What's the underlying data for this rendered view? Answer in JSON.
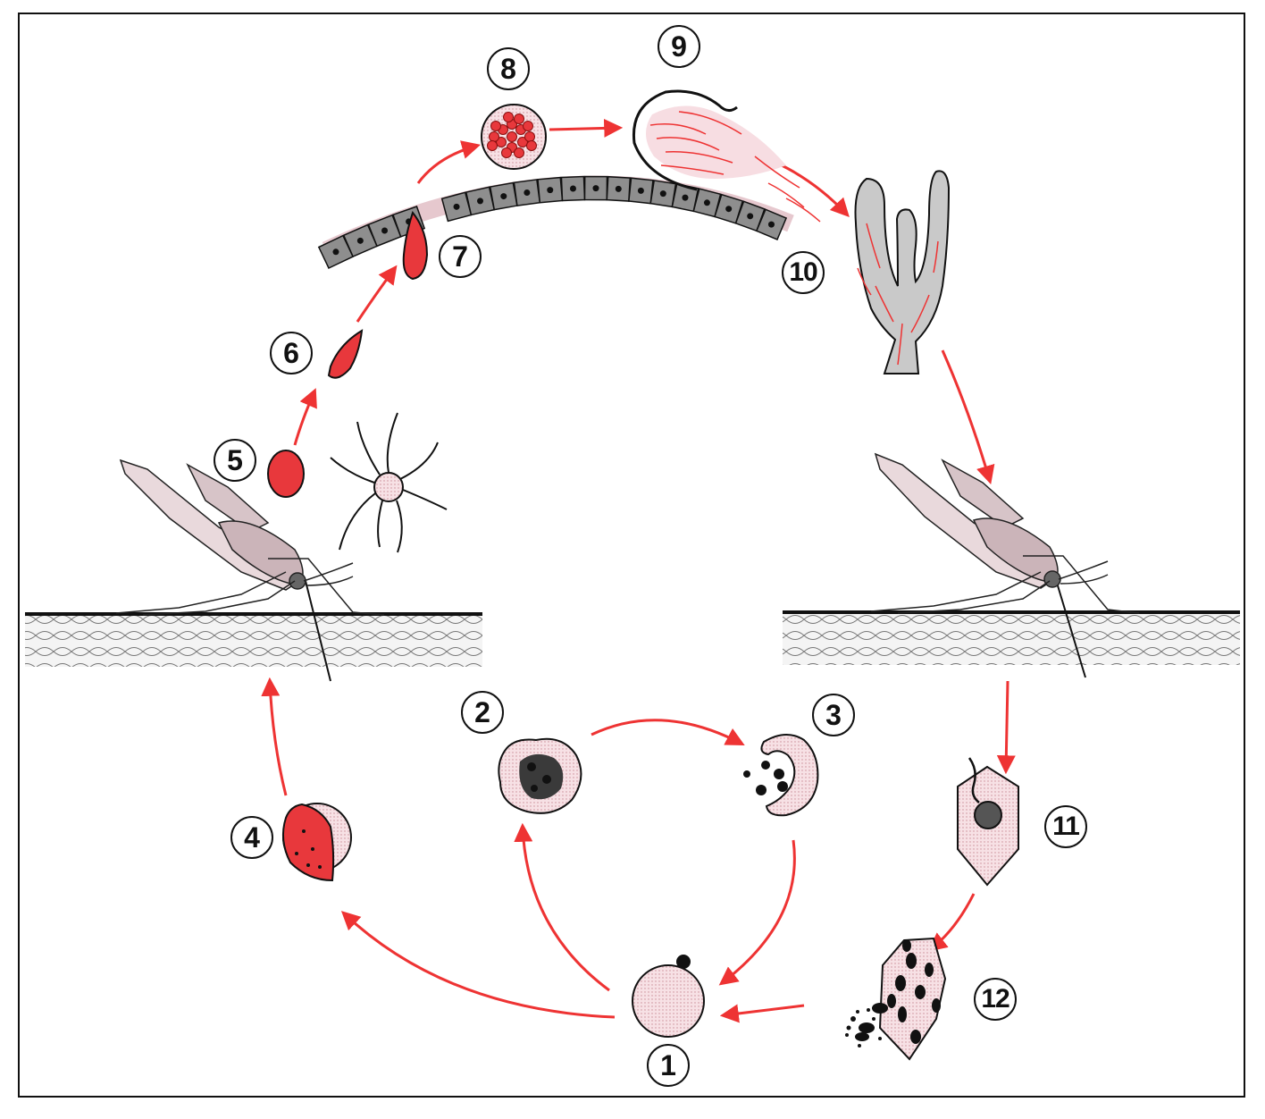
{
  "diagram": {
    "stages": [
      {
        "id": "1",
        "label": "1"
      },
      {
        "id": "2",
        "label": "2"
      },
      {
        "id": "3",
        "label": "3"
      },
      {
        "id": "4",
        "label": "4"
      },
      {
        "id": "5",
        "label": "5"
      },
      {
        "id": "6",
        "label": "6"
      },
      {
        "id": "7",
        "label": "7"
      },
      {
        "id": "8",
        "label": "8"
      },
      {
        "id": "9",
        "label": "9"
      },
      {
        "id": "10",
        "label": "10"
      },
      {
        "id": "11",
        "label": "11"
      },
      {
        "id": "12",
        "label": "12"
      }
    ],
    "colors": {
      "arrow": "#ee3333",
      "parasite_red": "#e8383c",
      "cell_pink": "#f6dde2",
      "tissue_gray": "#8e8e8e",
      "gland_gray": "#c9c9c9",
      "outline": "#111111"
    }
  }
}
